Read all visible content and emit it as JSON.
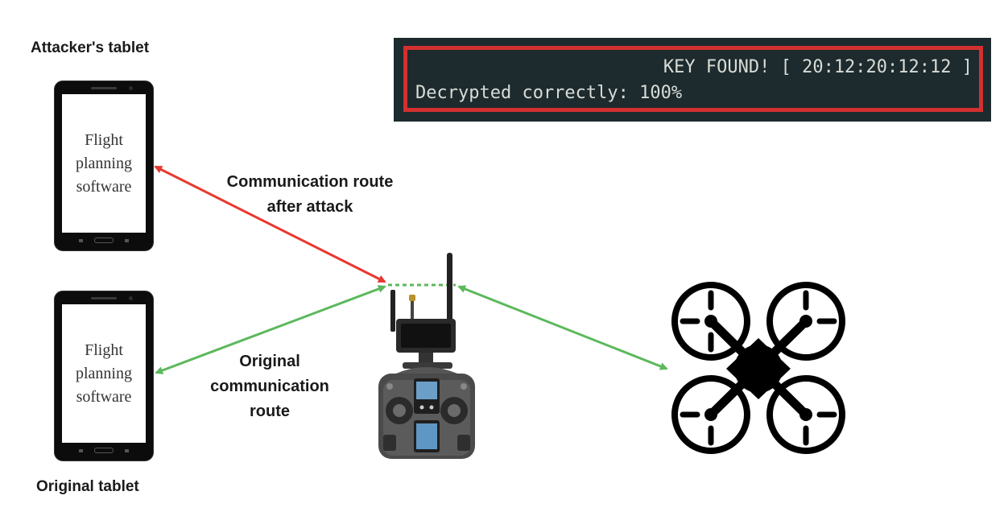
{
  "labels": {
    "attacker_tablet": "Attacker's tablet",
    "original_tablet": "Original tablet",
    "route_after_attack_line1": "Communication route",
    "route_after_attack_line2": "after attack",
    "original_route_line1": "Original",
    "original_route_line2": "communication",
    "original_route_line3": "route"
  },
  "tablet_screen": {
    "line1": "Flight",
    "line2": "planning",
    "line3": "software"
  },
  "terminal": {
    "line1": "KEY FOUND! [ 20:12:20:12:12 ]",
    "line2": "Decrypted correctly: 100%"
  },
  "colors": {
    "attack_route": "#e8392f",
    "original_route": "#5cb85c",
    "terminal_bg": "#1d2a2e",
    "terminal_border": "#d3302f",
    "terminal_text": "#d8dcd6"
  },
  "icons": {
    "controller": "rc-transmitter-icon",
    "drone": "quadcopter-drone-icon",
    "tablet": "tablet-icon"
  }
}
